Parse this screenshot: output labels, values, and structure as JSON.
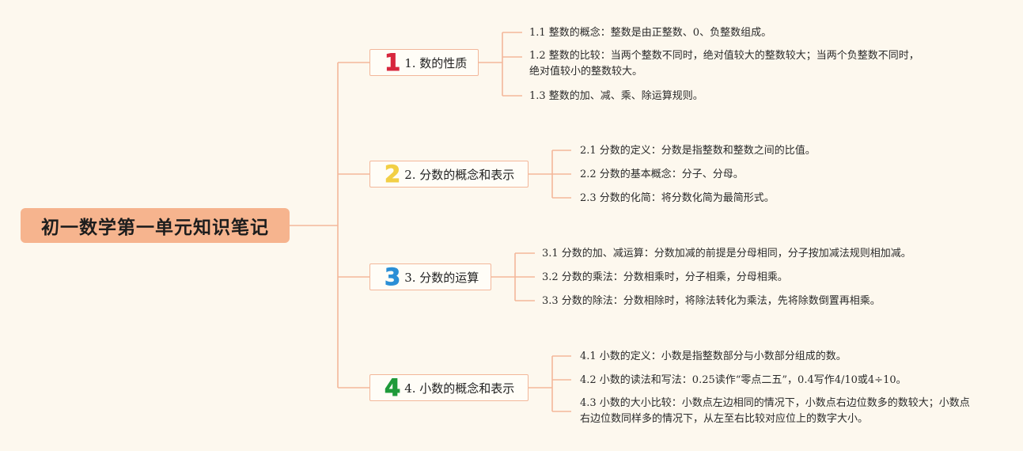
{
  "title": "初一数学第一单元知识笔记",
  "colors": {
    "background": "#fdf8ee",
    "root_fill": "#f6b48e",
    "connector": "#f3b79a",
    "branch_border": "#f3b79a"
  },
  "branches": [
    {
      "number": "1",
      "number_color": "#d7263d",
      "label": "1. 数的性质",
      "leaves": [
        "1.1 整数的概念：整数是由正整数、0、负整数组成。",
        "1.2 整数的比较：当两个整数不同时，绝对值较大的整数较大；当两个负整数不同时，绝对值较小的整数较大。",
        "1.3 整数的加、减、乘、除运算规则。"
      ]
    },
    {
      "number": "2",
      "number_color": "#f2cf45",
      "label": "2. 分数的概念和表示",
      "leaves": [
        "2.1 分数的定义：分数是指整数和整数之间的比值。",
        "2.2 分数的基本概念：分子、分母。",
        "2.3 分数的化简：将分数化简为最简形式。"
      ]
    },
    {
      "number": "3",
      "number_color": "#2b8fd6",
      "label": "3. 分数的运算",
      "leaves": [
        "3.1 分数的加、减运算：分数加减的前提是分母相同，分子按加减法规则相加减。",
        "3.2 分数的乘法：分数相乘时，分子相乘，分母相乘。",
        "3.3 分数的除法：分数相除时，将除法转化为乘法，先将除数倒置再相乘。"
      ]
    },
    {
      "number": "4",
      "number_color": "#1f9a3a",
      "label": "4. 小数的概念和表示",
      "leaves": [
        "4.1 小数的定义：小数是指整数部分与小数部分组成的数。",
        "4.2 小数的读法和写法：0.25读作“零点二五”，0.4写作4/10或4÷10。",
        "4.3 小数的大小比较：小数点左边相同的情况下，小数点右边位数多的数较大；小数点右边位数同样多的情况下，从左至右比较对应位上的数字大小。"
      ]
    }
  ]
}
